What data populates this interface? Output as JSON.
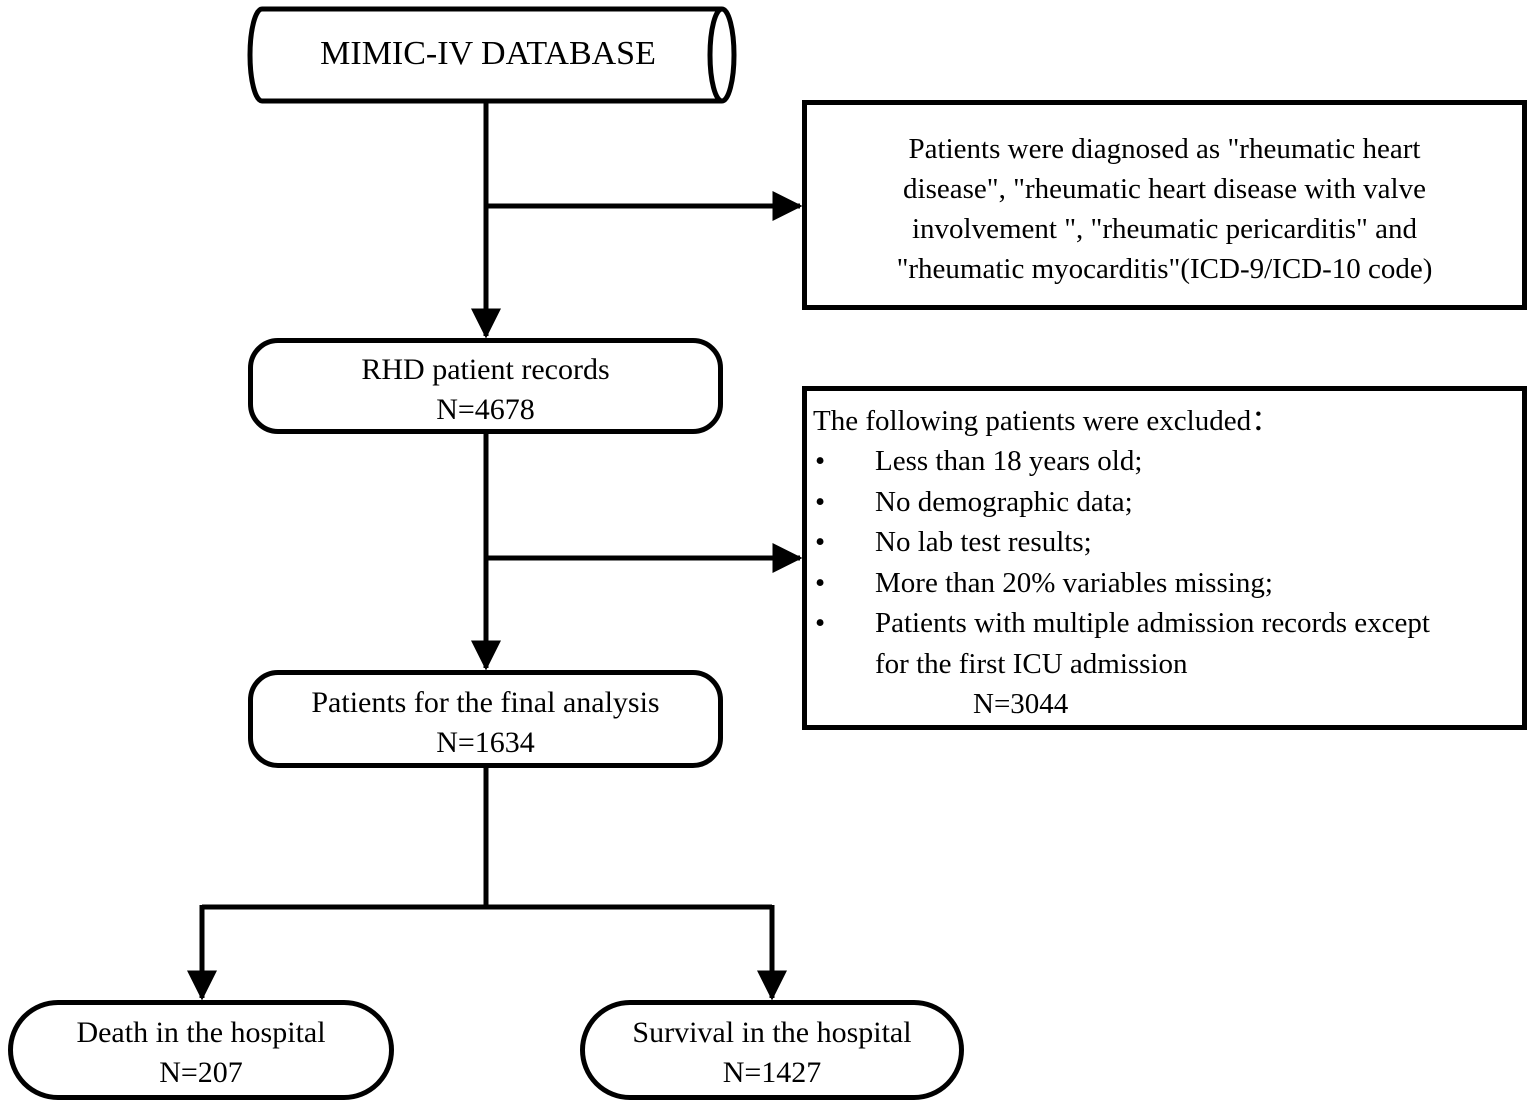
{
  "source": {
    "label": "MIMIC-IV DATABASE"
  },
  "inclusion": {
    "lines": [
      "Patients were diagnosed as \"rheumatic heart",
      "disease\", \"rheumatic heart disease with valve",
      "involvement \", \"rheumatic pericarditis\" and",
      "\"rheumatic myocarditis\"(ICD-9/ICD-10 code)"
    ]
  },
  "rhd_records": {
    "title": "RHD patient records",
    "n": "N=4678"
  },
  "exclusion": {
    "heading": "The following patients were excluded：",
    "bullet": "•",
    "items": [
      "Less than 18 years old;",
      "No demographic data;",
      "No lab test results;",
      "More than 20% variables missing;",
      "Patients with multiple admission records except for the first ICU admission"
    ],
    "item5_lines": [
      "Patients with multiple admission records except",
      "for the first ICU admission"
    ],
    "n": "N=3044"
  },
  "final_analysis": {
    "title": "Patients for the final analysis",
    "n": "N=1634"
  },
  "death": {
    "title": "Death in the hospital",
    "n": "N=207"
  },
  "survival": {
    "title": "Survival in the hospital",
    "n": "N=1427"
  }
}
